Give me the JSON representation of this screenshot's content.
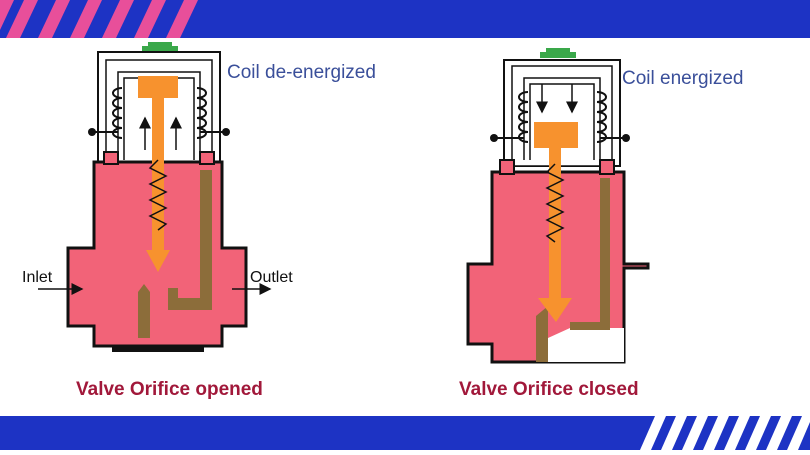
{
  "theme": {
    "band_blue": "#1d33c4",
    "stripe_pink": "#e84f9a",
    "stripe_white": "#ffffff",
    "body_pink": "#f26378",
    "plunger_orange": "#f7922e",
    "seat_brown": "#8c6d3a",
    "coil_cap_green": "#3aa84a",
    "caption_red": "#a1183a",
    "label_blue": "#3a4f9a",
    "outline": "#111111"
  },
  "left_valve": {
    "coil_label": "Coil de-energized",
    "inlet_label": "Inlet",
    "outlet_label": "Outlet",
    "caption": "Valve Orifice opened"
  },
  "right_valve": {
    "coil_label": "Coil energized",
    "caption": "Valve Orifice closed"
  }
}
